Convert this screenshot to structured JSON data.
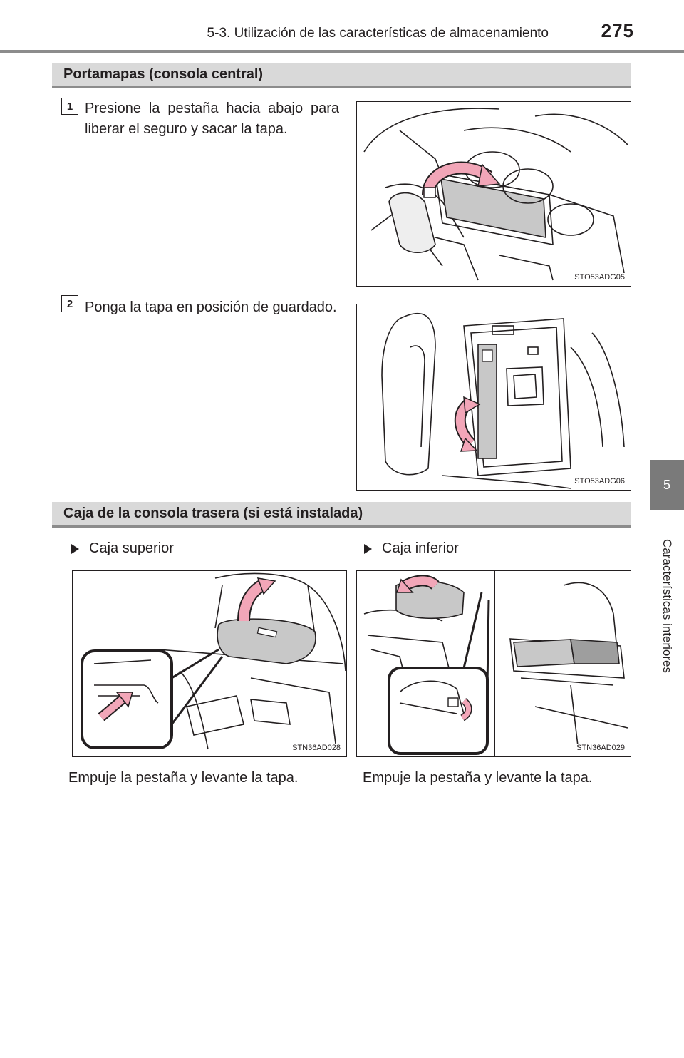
{
  "header": {
    "title": "5-3. Utilización de las características de almacenamiento",
    "page_number": "275"
  },
  "side_tab": {
    "chapter": "5",
    "label": "Características interiores"
  },
  "section1": {
    "title": "Portamapas (consola central)",
    "steps": [
      {
        "number": "1",
        "text": "Presione la pestaña hacia abajo para liberar el seguro y sacar la tapa.",
        "figure_code": "STO53ADG05"
      },
      {
        "number": "2",
        "text": "Ponga la tapa en posición de guardado.",
        "figure_code": "STO53ADG06"
      }
    ]
  },
  "section2": {
    "title": "Caja de la consola trasera (si está instalada)",
    "items": [
      {
        "heading": "Caja superior",
        "figure_code": "STN36AD028",
        "caption": "Empuje la pestaña y levante la tapa."
      },
      {
        "heading": "Caja inferior",
        "figure_code": "STN36AD029",
        "caption": "Empuje la pestaña y levante la tapa."
      }
    ]
  },
  "colors": {
    "arrow_pink": "#f2a6b8",
    "bar_gray": "#d9d9d9",
    "rule_gray": "#8c8c8c",
    "tab_gray": "#7a7a7a"
  }
}
